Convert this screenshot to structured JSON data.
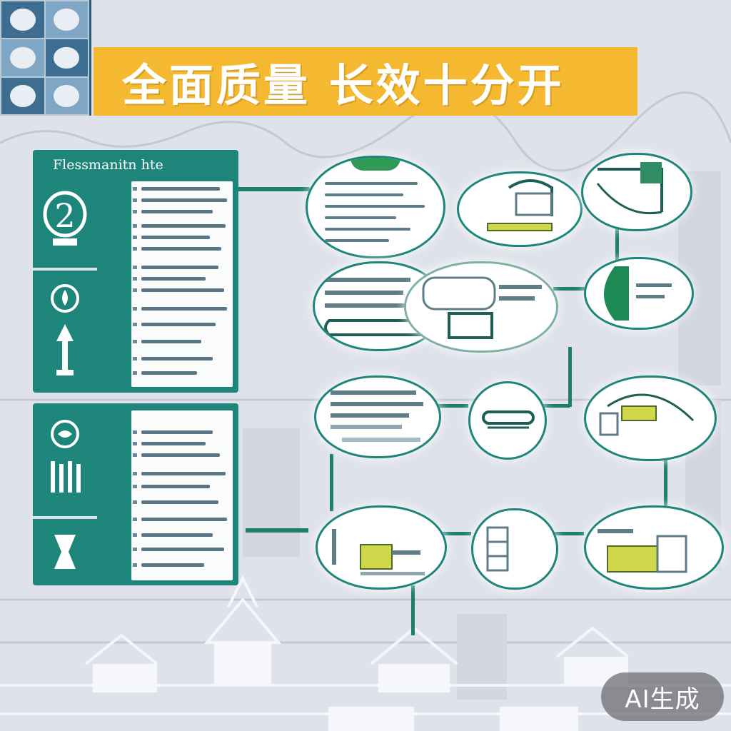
{
  "banner": {
    "title": "全面质量 长效十分开"
  },
  "sidebar": {
    "heading": "Flessmanitn hte",
    "tabs": [
      {
        "label": "2",
        "icon": "numeral-badge-icon"
      },
      {
        "label": "",
        "icon": "flame-up-arrow-icon"
      },
      {
        "label": "",
        "icon": "globe-pillars-icon"
      },
      {
        "label": "",
        "icon": "hourglass-icon"
      }
    ]
  },
  "nodes": [
    {
      "name": "flow-node-1",
      "icon": "document-list-icon"
    },
    {
      "name": "flow-node-2",
      "icon": "basket-chart-icon"
    },
    {
      "name": "flow-node-3",
      "icon": "window-chart-icon"
    },
    {
      "name": "flow-node-4",
      "icon": "document-scroll-icon"
    },
    {
      "name": "flow-node-5",
      "icon": "browser-window-icon"
    },
    {
      "name": "flow-node-6",
      "icon": "green-curve-icon"
    },
    {
      "name": "flow-node-7",
      "icon": "document-list-icon"
    },
    {
      "name": "flow-node-8",
      "icon": "capsule-icon"
    },
    {
      "name": "flow-node-9",
      "icon": "arch-panel-icon"
    },
    {
      "name": "flow-node-10",
      "icon": "bar-chart-icon"
    },
    {
      "name": "flow-node-11",
      "icon": "grid-chart-icon"
    },
    {
      "name": "flow-node-12",
      "icon": "bar-chart-icon"
    }
  ],
  "watermark": {
    "label": "AI生成"
  },
  "colors": {
    "accent_teal": "#1d8579",
    "banner_yellow": "#f4b930",
    "background": "#dfe2ea",
    "chip_yellow": "#cfd84a"
  }
}
